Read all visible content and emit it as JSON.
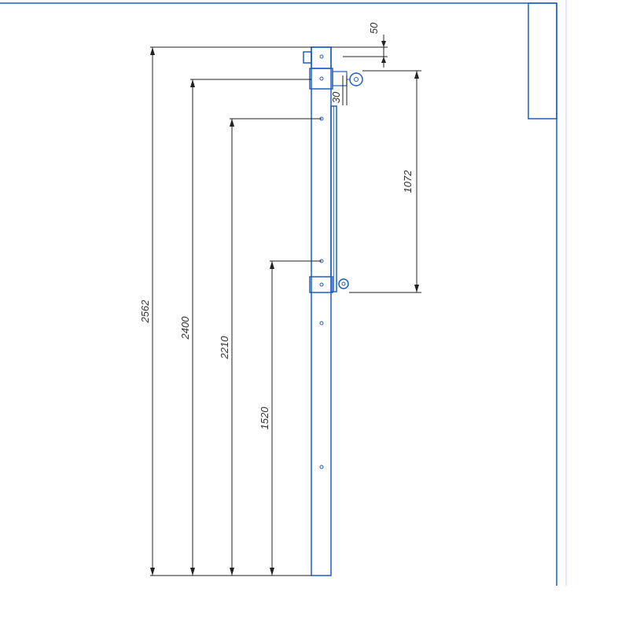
{
  "drawing": {
    "colors": {
      "part_outline": "#1f5fbf",
      "dimension_line": "#222222",
      "frame": "#1f5fbf",
      "background": "#ffffff"
    },
    "dimensions": {
      "d2562": "2562",
      "d2400": "2400",
      "d2210": "2210",
      "d1520": "1520",
      "d1072": "1072",
      "d50": "50",
      "d30": "30"
    }
  }
}
